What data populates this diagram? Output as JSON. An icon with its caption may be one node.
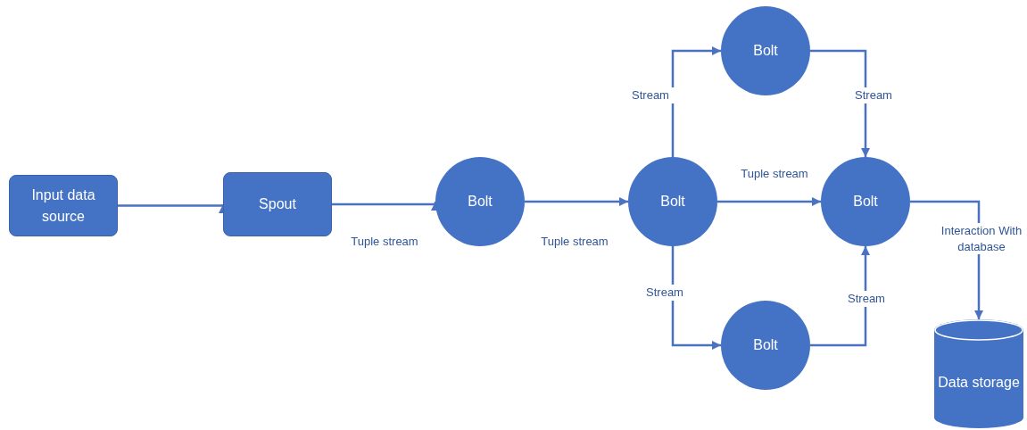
{
  "diagram": {
    "nodes": [
      {
        "text": [
          "Input data source"
        ]
      },
      {
        "text": [
          "Spout"
        ]
      },
      {
        "text": [
          "Bolt"
        ]
      },
      {
        "text": [
          "Bolt"
        ]
      },
      {
        "text": [
          "Bolt"
        ]
      },
      {
        "text": [
          "Bolt"
        ]
      },
      {
        "text": [
          "Bolt"
        ]
      },
      {
        "text": [
          "Data storage"
        ]
      }
    ],
    "edges": [
      {
        "from": 0,
        "to": 1,
        "arrow": "to"
      },
      {
        "from": 1,
        "to": 2,
        "arrow": "to",
        "label": "Tuple stream"
      },
      {
        "from": 2,
        "to": 3,
        "arrow": "to",
        "label": "Tuple stream"
      },
      {
        "from": 3,
        "to": 4,
        "arrow": "to",
        "label": "Stream"
      },
      {
        "from": 4,
        "to": 5,
        "arrow": "to",
        "label": "Stream"
      },
      {
        "from": 3,
        "to": 5,
        "arrow": "to",
        "label": "Tuple stream"
      },
      {
        "from": 3,
        "to": 6,
        "arrow": "to",
        "label": "Stream"
      },
      {
        "from": 6,
        "to": 5,
        "arrow": "to",
        "label": "Stream"
      },
      {
        "from": 5,
        "to": 7,
        "arrow": "to",
        "label": "Interaction With database"
      }
    ]
  }
}
